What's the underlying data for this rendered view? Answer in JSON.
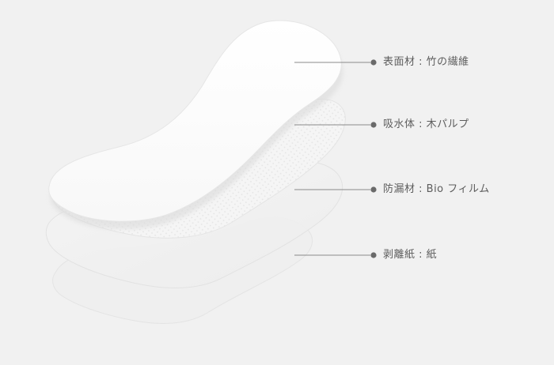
{
  "background_color": "#f1f1f1",
  "layers": [
    {
      "name": "surface",
      "label": "表面材 : 竹の繊維"
    },
    {
      "name": "absorbent",
      "label": "吸水体 : 木パルプ"
    },
    {
      "name": "leakproof",
      "label": "防漏材 : Bio フィルム"
    },
    {
      "name": "release-paper",
      "label": "剥離紙 : 紙"
    }
  ],
  "colors": {
    "leader_line": "#8a8a8a",
    "label_text": "#5d5d5d",
    "bullet": "#6a6a6a"
  }
}
